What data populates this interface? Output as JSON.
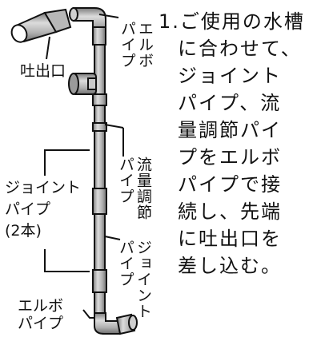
{
  "colors": {
    "ink": "#111111",
    "pipe_fill": "#b8b8b8",
    "pipe_dark": "#7a7a7a",
    "pipe_light": "#dcdcdc"
  },
  "labels": {
    "outlet": "吐出口",
    "elbow_pipe_top": "エルボ\nパイプ",
    "flow_adjust_pipe": "流量調節\nパイプ",
    "joint_pipe_count": "ジョイント\nパイプ\n(2本)",
    "joint_pipe_right": "ジョイント\nパイプ",
    "elbow_pipe_bottom": "エルボ\nパイプ"
  },
  "instructions": {
    "number": "1.",
    "lines": [
      "ご使用の水槽",
      "に合わせて、",
      "ジョイント",
      "パイプ、流",
      "量調節パイ",
      "プをエルボ",
      "パイプで接",
      "続し、先端",
      "に吐出口を",
      "差し込む。"
    ]
  }
}
